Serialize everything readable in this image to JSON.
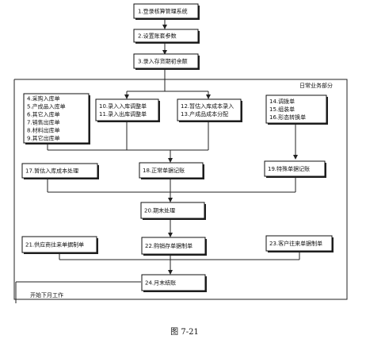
{
  "nodes": {
    "n1": {
      "lines": [
        "1.登录核算管理系统"
      ]
    },
    "n2": {
      "lines": [
        "2.设置账套参数"
      ]
    },
    "n3": {
      "lines": [
        "3.录入存货期初余额"
      ]
    },
    "n4": {
      "lines": [
        "4.采购入库单",
        "5.产成品入库单",
        "6.其它入库单",
        "7.销售出库单",
        "8.材料出库单",
        "9.其它出库单"
      ]
    },
    "n10": {
      "lines": [
        "10.录入入库调整单",
        "11.录入出库调整单"
      ]
    },
    "n12": {
      "lines": [
        "12.暂估入库成本录入",
        "13.产成品成本分配"
      ]
    },
    "n14": {
      "lines": [
        "14.调拨单",
        "15.组装单",
        "16.形态转换单"
      ]
    },
    "n17": {
      "lines": [
        "17.暂估入库成本处理"
      ]
    },
    "n18": {
      "lines": [
        "18.正常单据记账"
      ]
    },
    "n19": {
      "lines": [
        "19.特殊单据记账"
      ]
    },
    "n20": {
      "lines": [
        "20.期末处理"
      ]
    },
    "n21": {
      "lines": [
        "21.供应商往来单据制单"
      ]
    },
    "n22": {
      "lines": [
        "22.购销存单据制单"
      ]
    },
    "n23": {
      "lines": [
        "23.客户往来单据制单"
      ]
    },
    "n24": {
      "lines": [
        "24.月末结账"
      ]
    }
  },
  "labels": {
    "daily_section": "日常业务部分",
    "next_month": "开始下月工作"
  },
  "caption": "图 7-21"
}
